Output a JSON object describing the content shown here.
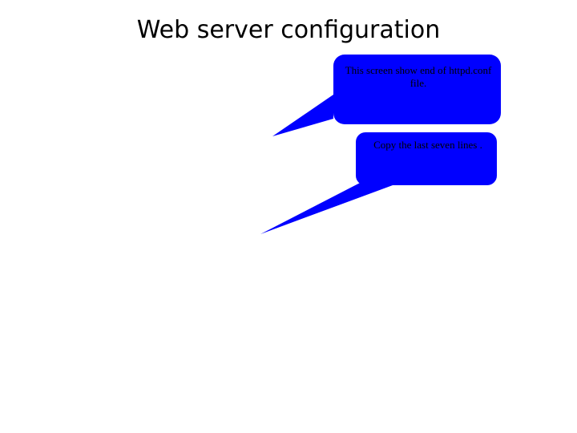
{
  "slide": {
    "title": "Web server configuration",
    "background_color": "#ffffff",
    "title_color": "#000000"
  },
  "callouts": [
    {
      "id": "callout-1",
      "text": "This screen show end of httpd.conf file.",
      "fill_color": "#0000ff",
      "text_color": "#000000",
      "shape": "rounded-rectangle-callout",
      "tail_direction": "down-left"
    },
    {
      "id": "callout-2",
      "text": "Copy the last seven lines .",
      "fill_color": "#0000ff",
      "text_color": "#000000",
      "shape": "rounded-rectangle-callout",
      "tail_direction": "down-left"
    }
  ]
}
